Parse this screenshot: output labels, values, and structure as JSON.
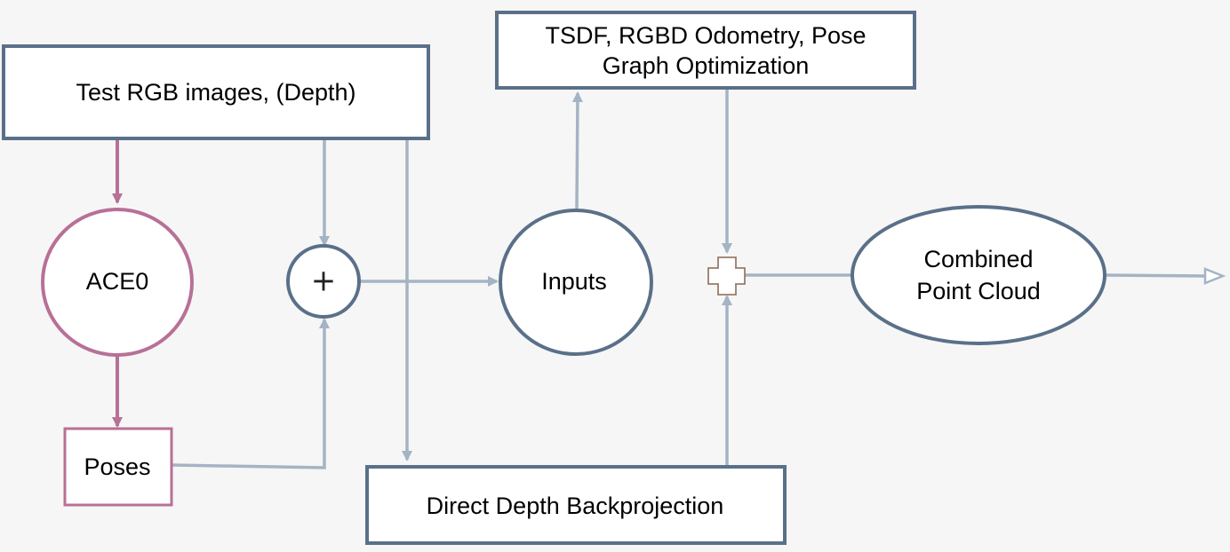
{
  "nodes": {
    "test_rgb": {
      "label": "Test RGB images, (Depth)"
    },
    "tsdf": {
      "line1": "TSDF, RGBD Odometry, Pose",
      "line2": "Graph Optimization"
    },
    "ace0": {
      "label": "ACE0"
    },
    "sum_op": {
      "label": "+"
    },
    "inputs": {
      "label": "Inputs"
    },
    "combined": {
      "line1": "Combined",
      "line2": "Point Cloud"
    },
    "poses": {
      "label": "Poses"
    },
    "direct_depth": {
      "label": "Direct Depth Backprojection"
    }
  },
  "colors": {
    "node_stroke": "#5a7089",
    "pink": "#b87096",
    "arrow_gray": "#a5b4c4",
    "plus_stroke": "#9a7b6a"
  }
}
